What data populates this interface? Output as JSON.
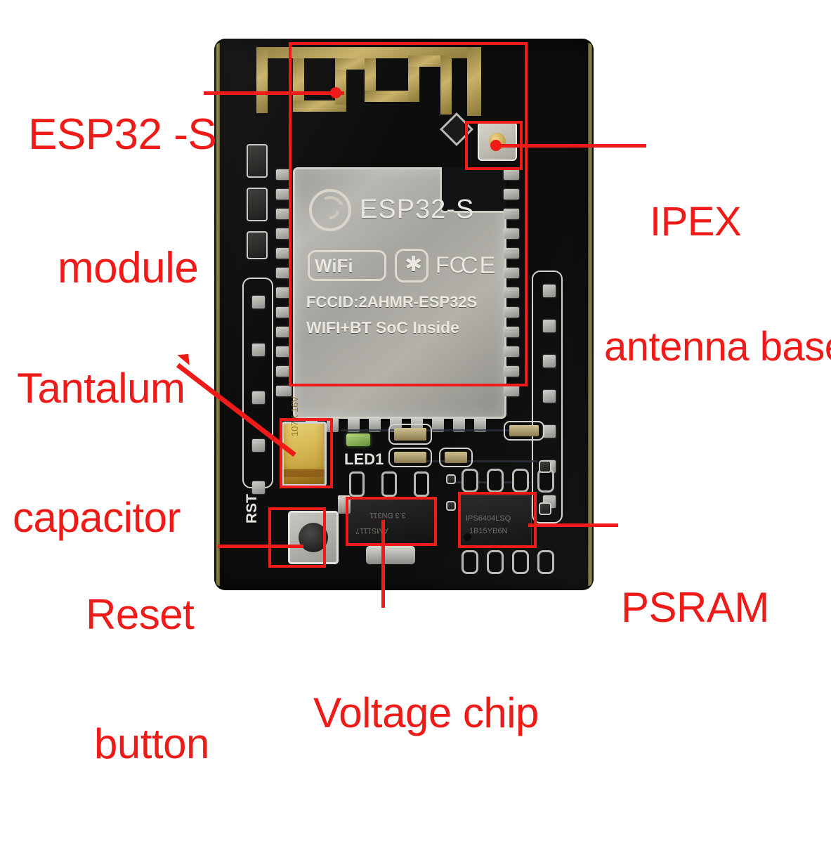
{
  "image": {
    "subject": "ESP32-CAM development board annotated photo",
    "background_color": "#ffffff",
    "annotation_color": "#ee1b18"
  },
  "annotations": [
    {
      "id": "esp32s-module",
      "label_line1": "ESP32 -S",
      "label_line2": "module",
      "label": "ESP32 -S module",
      "position": "top-left"
    },
    {
      "id": "ipex-antenna",
      "label_line1": "IPEX",
      "label_line2": "antenna base",
      "label": "IPEX antenna base",
      "position": "top-right"
    },
    {
      "id": "tantalum-cap",
      "label_line1": "Tantalum",
      "label_line2": "capacitor",
      "label": "Tantalum capacitor",
      "position": "middle-left"
    },
    {
      "id": "reset-button",
      "label_line1": "Reset",
      "label_line2": "button",
      "label": "Reset button",
      "position": "bottom-left"
    },
    {
      "id": "psram",
      "label_line1": "PSRAM",
      "label_line2": "",
      "label": "PSRAM",
      "position": "bottom-right"
    },
    {
      "id": "voltage-chip",
      "label_line1": "Voltage chip",
      "label_line2": "",
      "label": "Voltage chip",
      "position": "bottom-center"
    }
  ],
  "module_markings": {
    "part_number": "ESP32-S",
    "wifi_logo": "WiFi",
    "bluetooth_logo": "bluetooth-icon",
    "fcc_logo": "FC",
    "ce_logo": "CE",
    "fcc_id": "FCCID:2AHMR-ESP32S",
    "tagline": "WIFI+BT SoC Inside"
  },
  "board_silkscreen": {
    "led_designator": "LED1",
    "reset_designator": "RST"
  },
  "component_markings": {
    "voltage_regulator_line1": "AMS1117",
    "voltage_regulator_line2": "3.3 DN311",
    "psram_line1": "IPS6404LSQ",
    "psram_line2": "1B15YB6N",
    "tantalum_marking": "107K 16V"
  }
}
